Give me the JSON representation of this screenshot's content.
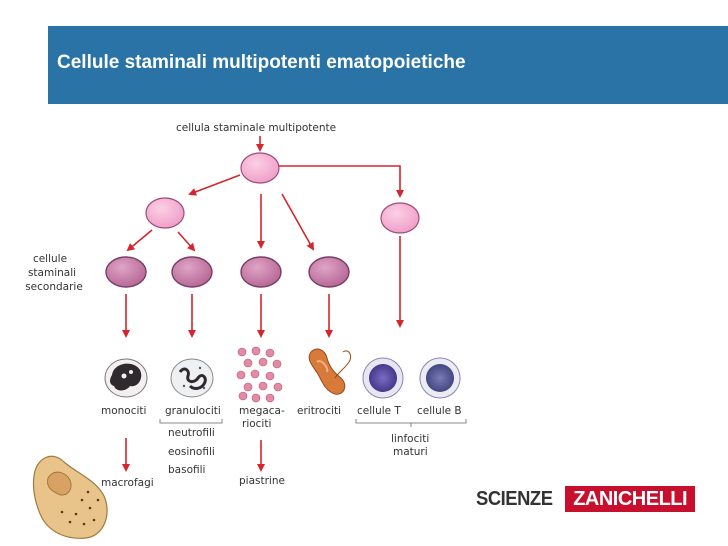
{
  "slide": {
    "title": "Cellule staminali multipotenti ematopoietiche"
  },
  "diagram": {
    "root_label": "cellula staminale multipotente",
    "secondary_label": [
      "cellule",
      "staminali",
      "secondarie"
    ],
    "cells": {
      "monociti": "monociti",
      "granulociti": "granulociti",
      "megacariociti": [
        "megaca-",
        "riociti"
      ],
      "eritrociti": "eritrociti",
      "cellule_t": "cellule T",
      "cellule_b": "cellule B"
    },
    "granulocyte_types": [
      "neutrofili",
      "eosinofili",
      "basofili"
    ],
    "linfociti_label": [
      "linfociti",
      "maturi"
    ],
    "products": {
      "macrofagi": "macrofagi",
      "piastrine": "piastrine"
    },
    "colors": {
      "arrow": "#d4262c",
      "stem_cell_fill": "#f2a6cc",
      "secondary_fill": "#c77aa6",
      "erythrocyte": "#d87a3a",
      "platelet": "#e38aa5",
      "lymphocyte_nucleus": "#5a4fa0"
    }
  },
  "logo": {
    "part1": "SCIENZE",
    "part2": "ZANICHELLI",
    "accent": "#c8102e"
  }
}
